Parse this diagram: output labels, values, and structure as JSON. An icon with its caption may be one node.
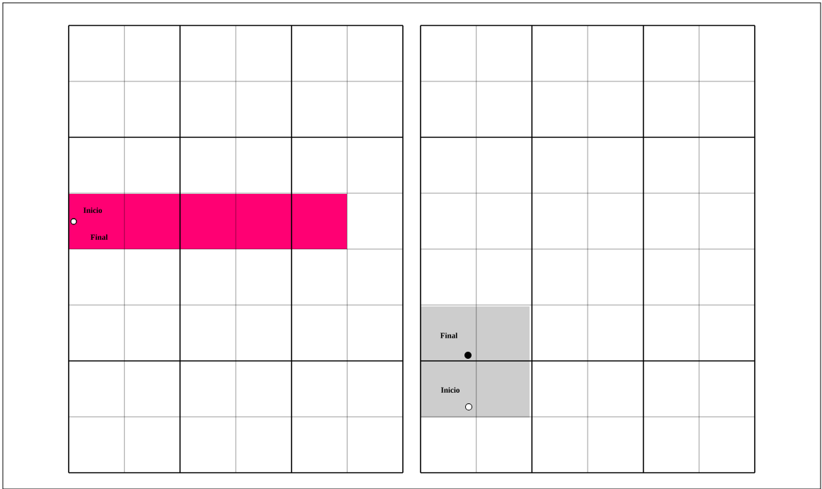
{
  "diagram": {
    "nodes": [
      {
        "text": [
          "Inicio",
          "Final"
        ]
      },
      {
        "text": [
          "Final",
          "Inicio"
        ]
      }
    ]
  }
}
